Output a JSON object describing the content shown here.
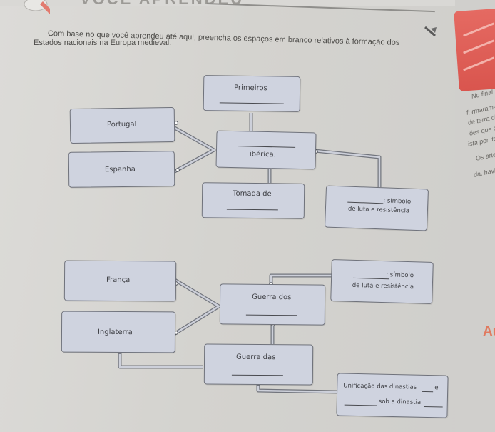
{
  "header": {
    "title": "VOCÊ APRENDEU"
  },
  "instruction": {
    "line1": "Com base no que você aprendeu até aqui, preencha os espaços em branco relativos à formação dos",
    "line2": "Estados nacionais na Europa medieval."
  },
  "diagram_top": {
    "primeiros": "Primeiros",
    "portugal": "Portugal",
    "espanha": "Espanha",
    "iberica": "ibérica.",
    "tomada": "Tomada de",
    "simbolo_prefix": "; símbolo",
    "simbolo_suffix": "de luta e resistência"
  },
  "diagram_bottom": {
    "franca": "França",
    "inglaterra": "Inglaterra",
    "guerra_dos": "Guerra dos",
    "guerra_das": "Guerra das",
    "simbolo_prefix": "; símbolo",
    "simbolo_suffix": "de luta e resistência",
    "unificacao_prefix": "Unificação das dinastias",
    "unificacao_e": "e",
    "unificacao_sob": "sob a dinastia"
  },
  "side": {
    "notes": [
      "No final",
      "formaram-se",
      "de terra do",
      "ões que o",
      "ista por ite",
      "Os arte",
      "da, havia"
    ],
    "au": "Au"
  },
  "colors": {
    "box_fill": "#cfd3df",
    "box_border": "#6f727b",
    "accent_red": "#d9554e",
    "paper": "#d6d5d2"
  }
}
